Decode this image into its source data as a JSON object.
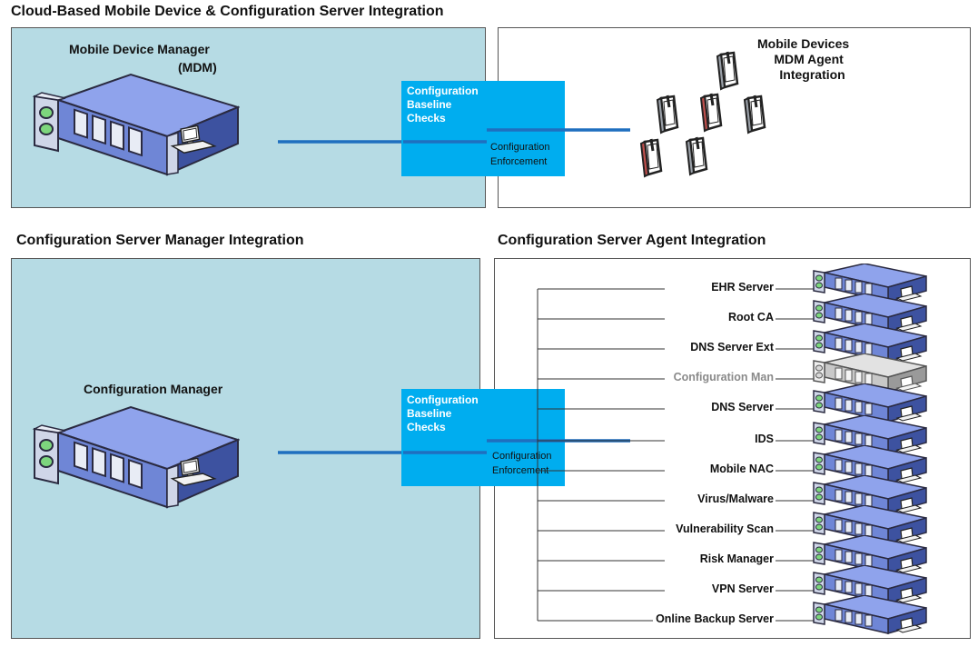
{
  "top": {
    "title": "Cloud-Based Mobile Device & Configuration Server Integration",
    "mdm_label_line1": "Mobile Device Manager",
    "mdm_label_line2": "(MDM)",
    "baseline_label_line1": "Configuration",
    "baseline_label_line2": "Baseline",
    "baseline_label_line3": "Checks",
    "enforcement_line1": "Configuration",
    "enforcement_line2": "Enforcement",
    "devices_label_line1": "Mobile Devices",
    "devices_label_line2": "MDM Agent",
    "devices_label_line3": "Integration"
  },
  "bottom_left": {
    "title": "Configuration Server Manager Integration",
    "manager_label": "Configuration Manager",
    "baseline_label_line1": "Configuration",
    "baseline_label_line2": "Baseline",
    "baseline_label_line3": "Checks",
    "enforcement_line1": "Configuration",
    "enforcement_line2": "Enforcement"
  },
  "bottom_right": {
    "title": "Configuration Server Agent  Integration",
    "servers": [
      {
        "label": "EHR Server",
        "highlight": false
      },
      {
        "label": "Root CA",
        "highlight": false
      },
      {
        "label": "DNS Server Ext",
        "highlight": false
      },
      {
        "label": "Configuration Man",
        "highlight": true
      },
      {
        "label": "DNS Server",
        "highlight": false
      },
      {
        "label": "IDS",
        "highlight": false
      },
      {
        "label": "Mobile NAC",
        "highlight": false
      },
      {
        "label": "Virus/Malware",
        "highlight": false
      },
      {
        "label": "Vulnerability Scan",
        "highlight": false
      },
      {
        "label": "Risk Manager",
        "highlight": false
      },
      {
        "label": "VPN Server",
        "highlight": false
      },
      {
        "label": "Online Backup Server",
        "highlight": false
      }
    ]
  },
  "colors": {
    "panel_blue": "#b6dbe4",
    "config_box": "#00adef",
    "link_line": "#1f6fbf",
    "server_blue": "#6f86d6",
    "server_grey": "#c8c8c8",
    "device_red": "#c0504d"
  },
  "icons": {
    "manager_server": "rack-server-icon",
    "agent_server": "rack-server-icon",
    "mobile_device": "mobile-phone-icon",
    "workstation": "desktop-computer-icon"
  }
}
